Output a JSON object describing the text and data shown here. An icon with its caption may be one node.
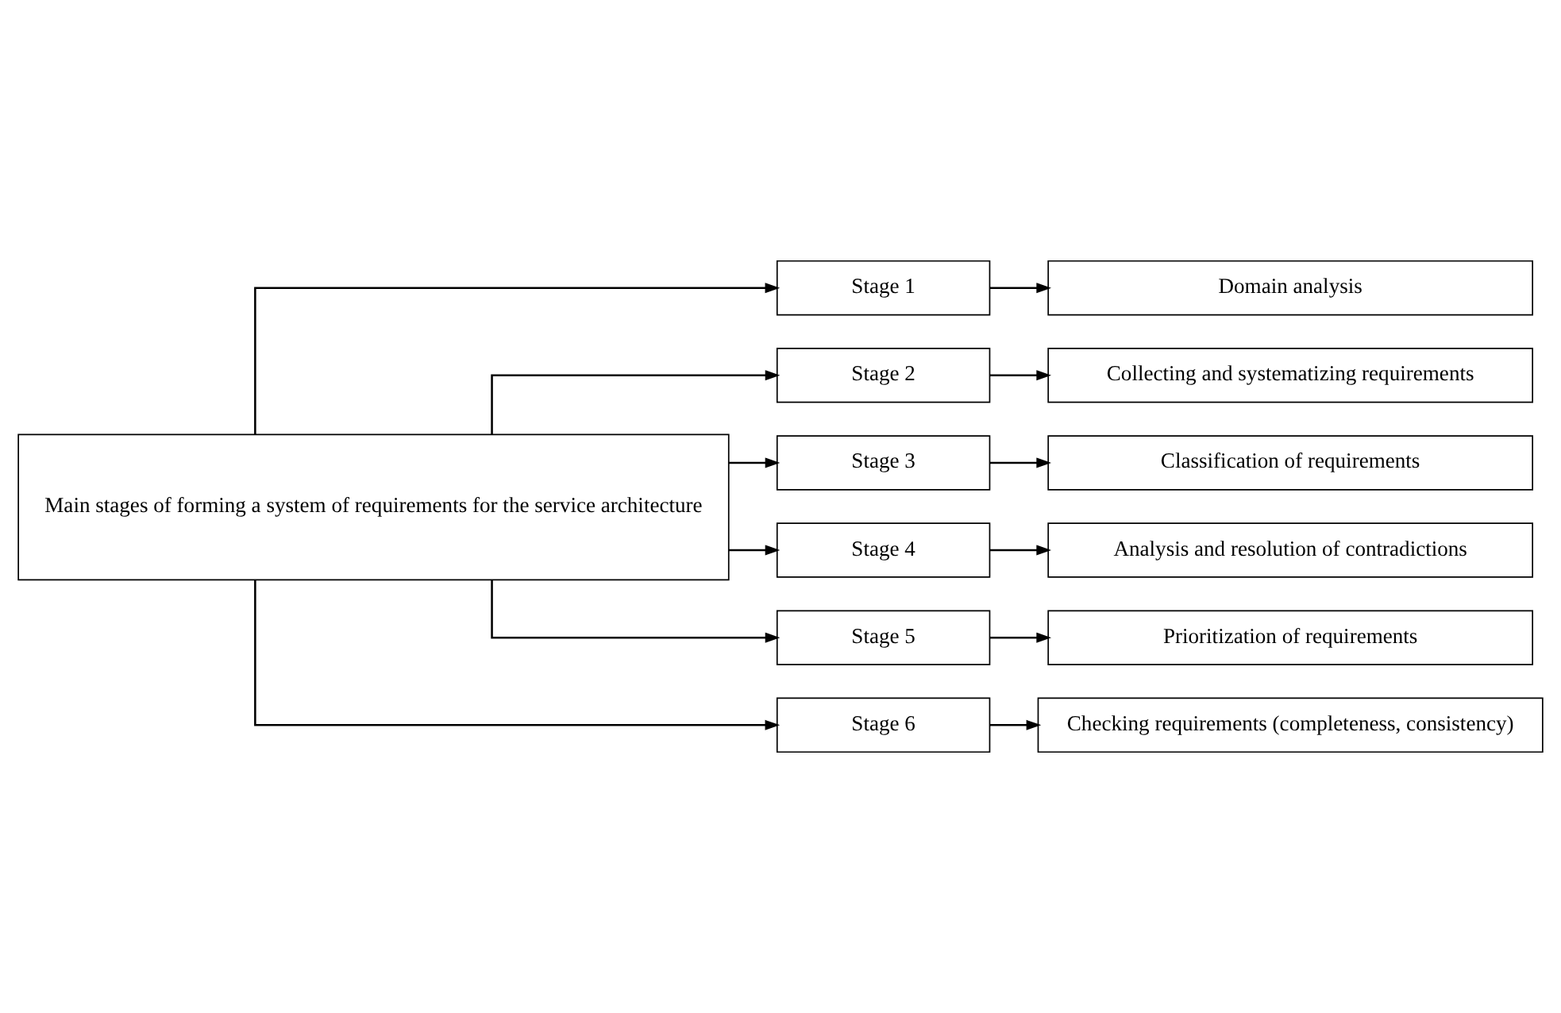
{
  "diagram": {
    "nodes": [
      {
        "text": [
          "Main stages of forming a system of requirements for the service architecture"
        ]
      },
      {
        "text": [
          "Stage 1"
        ]
      },
      {
        "text": [
          "Domain analysis"
        ]
      },
      {
        "text": [
          "Stage 2"
        ]
      },
      {
        "text": [
          "Collecting and systematizing requirements"
        ]
      },
      {
        "text": [
          "Stage 3"
        ]
      },
      {
        "text": [
          "Classification of requirements"
        ]
      },
      {
        "text": [
          "Stage 4"
        ]
      },
      {
        "text": [
          "Analysis and resolution of contradictions"
        ]
      },
      {
        "text": [
          "Stage 5"
        ]
      },
      {
        "text": [
          "Prioritization of requirements"
        ]
      },
      {
        "text": [
          "Stage 6"
        ]
      },
      {
        "text": [
          "Checking requirements (completeness, consistency)"
        ]
      }
    ],
    "edges": [
      {
        "from": 0,
        "to": 1,
        "arrow": "to"
      },
      {
        "from": 0,
        "to": 3,
        "arrow": "to"
      },
      {
        "from": 0,
        "to": 5,
        "arrow": "to"
      },
      {
        "from": 0,
        "to": 7,
        "arrow": "to"
      },
      {
        "from": 0,
        "to": 9,
        "arrow": "to"
      },
      {
        "from": 0,
        "to": 11,
        "arrow": "to"
      },
      {
        "from": 1,
        "to": 2,
        "arrow": "to"
      },
      {
        "from": 3,
        "to": 4,
        "arrow": "to"
      },
      {
        "from": 5,
        "to": 6,
        "arrow": "to"
      },
      {
        "from": 7,
        "to": 8,
        "arrow": "to"
      },
      {
        "from": 9,
        "to": 10,
        "arrow": "to"
      },
      {
        "from": 11,
        "to": 12,
        "arrow": "to"
      }
    ]
  }
}
